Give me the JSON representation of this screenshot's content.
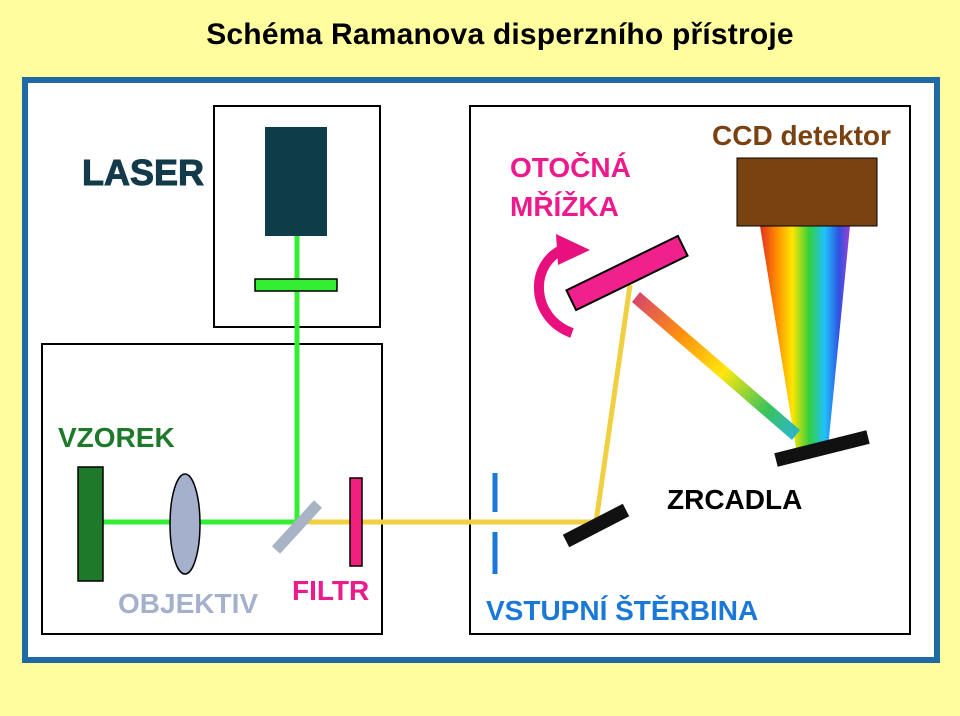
{
  "title": "Schéma Ramanova disperzního přístroje",
  "labels": {
    "laser": "LASER",
    "grating": [
      "OTOČNÁ",
      "MŘÍŽKA"
    ],
    "ccd": "CCD detektor",
    "sample": "VZOREK",
    "objective": "OBJEKTIV",
    "filter": "FILTR",
    "mirrors": "ZRCADLA",
    "slit": "VSTUPNÍ ŠTĚRBINA"
  },
  "colors": {
    "background": "#fffd9e",
    "frame": "#1f6aa5",
    "laser_beam": "#33ee33",
    "raman_beam": "#f0d040",
    "laser_body": "#0e3c48",
    "sample": "#1e7a2a",
    "lens": "#a4b0cc",
    "beamsplitter": "#a8b4c6",
    "filter": "#f0207c",
    "slit": "#1a78d8",
    "grating": "#f0208c",
    "mirror": "#111111",
    "ccd": "#7a4210",
    "laser_text": "#123a48",
    "grating_text": "#ec1a8c",
    "ccd_text": "#7a4210",
    "sample_text": "#1e7a2a",
    "objective_text": "#a4b0cc",
    "filter_text": "#ec1a8c",
    "slit_text": "#1a78d8",
    "mirror_text": "#000000"
  }
}
